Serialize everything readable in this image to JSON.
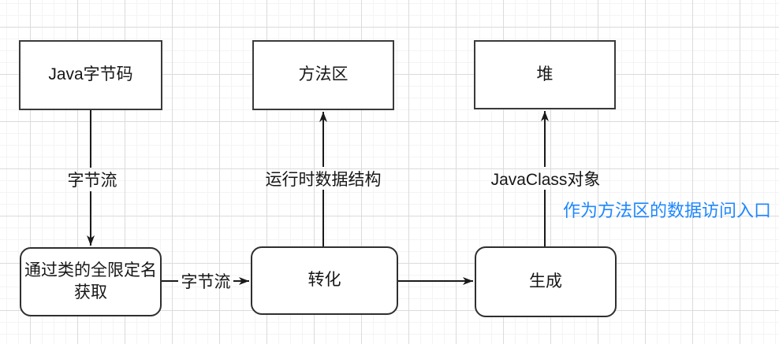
{
  "diagram": {
    "title": "JVM class loading flow",
    "nodes": {
      "java_bytecode": {
        "label": "Java字节码",
        "shape": "rect"
      },
      "method_area": {
        "label": "方法区",
        "shape": "rect"
      },
      "heap": {
        "label": "堆",
        "shape": "rect"
      },
      "acquire": {
        "label": "通过类的全限定名\n获取",
        "shape": "rounded"
      },
      "transform": {
        "label": "转化",
        "shape": "rounded"
      },
      "generate": {
        "label": "生成",
        "shape": "rounded"
      }
    },
    "edge_labels": {
      "bytestream_down": "字节流",
      "bytestream_right": "字节流",
      "runtime_data_structure": "运行时数据结构",
      "javaclass_object": "JavaClass对象"
    },
    "annotation": {
      "text": "作为方法区的数据访问入口",
      "color": "#1e87ff"
    },
    "colors": {
      "node_border": "#3a3a3a",
      "edge_stroke": "#1a1a1a",
      "grid_minor": "#f5f4f4",
      "grid_major": "#dbdbdb",
      "text": "#161616"
    }
  }
}
